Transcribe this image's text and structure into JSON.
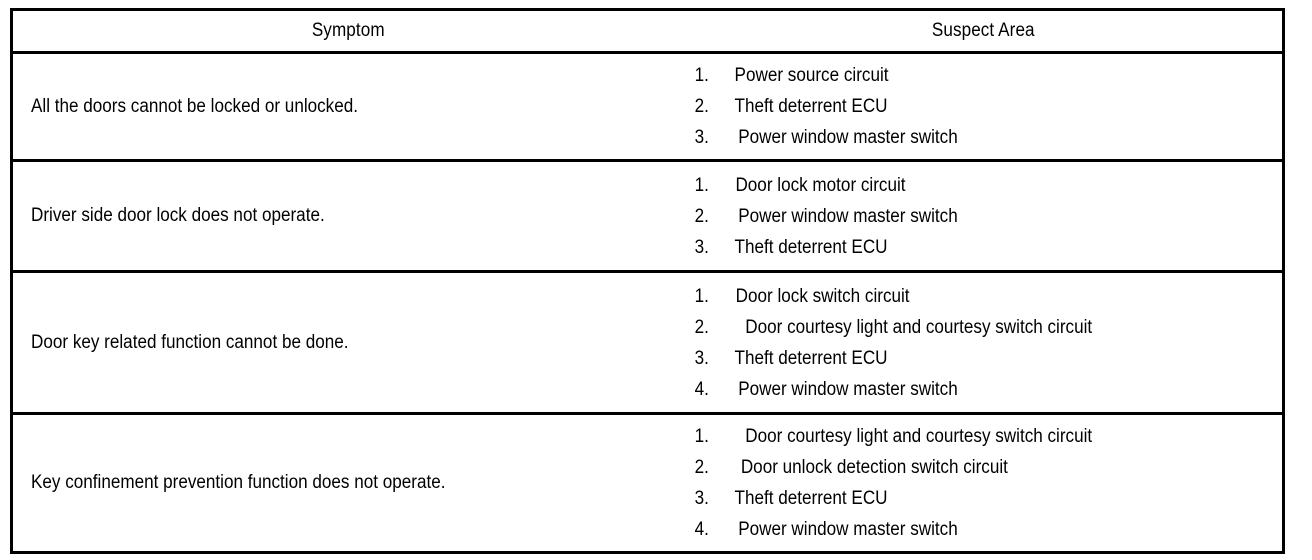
{
  "table": {
    "headers": {
      "symptom": "Symptom",
      "suspect_area": "Suspect Area"
    },
    "rows": [
      {
        "symptom": "All the doors cannot be locked or unlocked.",
        "suspect_area": [
          {
            "num": "1.",
            "label": "Power source circuit"
          },
          {
            "num": "2.",
            "label": "Theft deterrent ECU"
          },
          {
            "num": "3.",
            "label": "Power window master switch"
          }
        ]
      },
      {
        "symptom": "Driver side door lock does not operate.",
        "suspect_area": [
          {
            "num": "1.",
            "label": "Door lock motor circuit"
          },
          {
            "num": "2.",
            "label": "Power window master switch"
          },
          {
            "num": "3.",
            "label": "Theft deterrent ECU"
          }
        ]
      },
      {
        "symptom": "Door key related function cannot be done.",
        "suspect_area": [
          {
            "num": "1.",
            "label": "Door lock switch circuit"
          },
          {
            "num": "2.",
            "label": "Door courtesy light and courtesy switch circuit"
          },
          {
            "num": "3.",
            "label": "Theft deterrent ECU"
          },
          {
            "num": "4.",
            "label": "Power window master switch"
          }
        ]
      },
      {
        "symptom": "Key confinement prevention function does not operate.",
        "suspect_area": [
          {
            "num": "1.",
            "label": "Door courtesy light and courtesy switch circuit"
          },
          {
            "num": "2.",
            "label": "Door unlock detection switch circuit"
          },
          {
            "num": "3.",
            "label": "Theft deterrent ECU"
          },
          {
            "num": "4.",
            "label": "Power window master switch"
          }
        ]
      }
    ]
  },
  "colors": {
    "ink": "#000000",
    "paper": "#ffffff"
  }
}
